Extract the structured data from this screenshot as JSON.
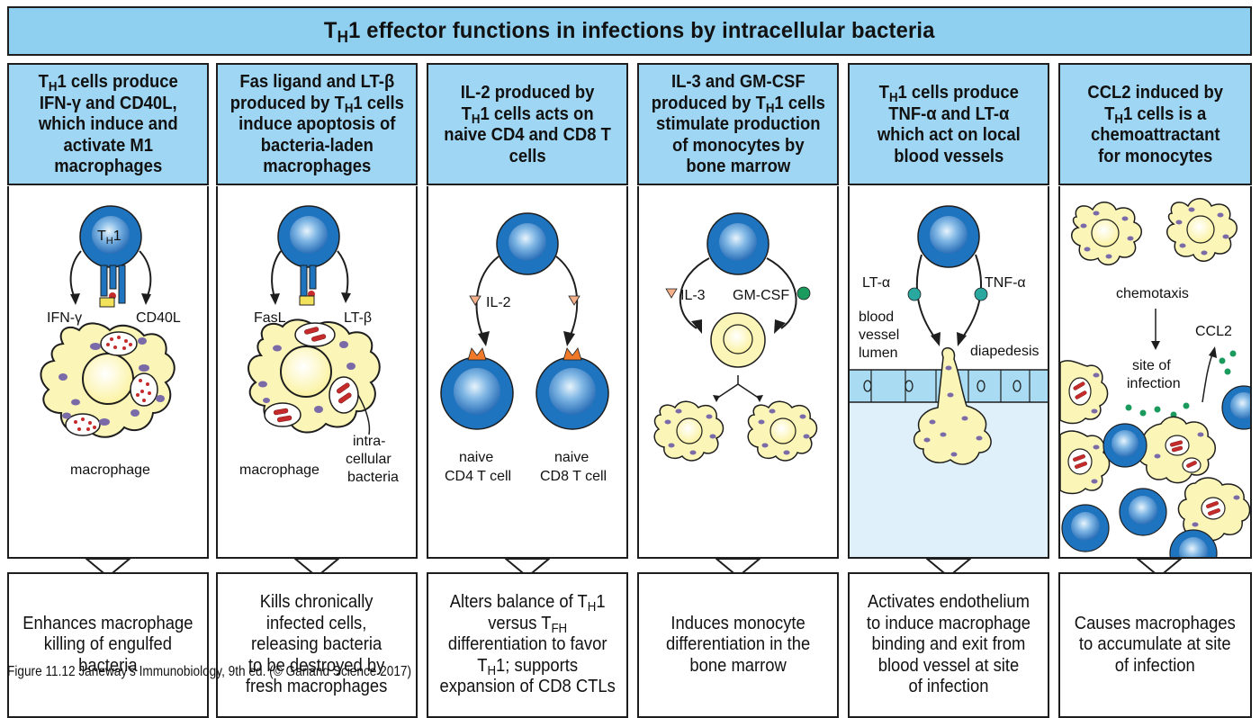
{
  "title": {
    "prefix": "T",
    "sub": "H",
    "rest": "1 effector functions in infections by intracellular bacteria"
  },
  "columns": [
    {
      "header": {
        "l1a": "T",
        "l1s": "H",
        "l1b": "1 cells produce",
        "l2": "IFN-γ and CD40L,",
        "l3": "which induce and",
        "l4": "activate M1",
        "l5": "macrophages"
      },
      "labels": {
        "th1": "T",
        "th1_sub": "H",
        "th1_rest": "1",
        "left": "IFN-γ",
        "right": "CD40L",
        "cell": "macrophage"
      },
      "outcome": {
        "l1": "Enhances macrophage",
        "l2": "killing of engulfed",
        "l3": "bacteria"
      }
    },
    {
      "header": {
        "l1": "Fas ligand and LT-β",
        "l2a": "produced by T",
        "l2s": "H",
        "l2b": "1 cells",
        "l3": "induce apoptosis of",
        "l4": "bacteria-laden",
        "l5": "macrophages"
      },
      "labels": {
        "left": "FasL",
        "right": "LT-β",
        "cell": "macrophage",
        "b1": "intra-",
        "b2": "cellular",
        "b3": "bacteria"
      },
      "outcome": {
        "l1": "Kills chronically",
        "l2": "infected cells,",
        "l3": "releasing bacteria",
        "l4": "to be destroyed by",
        "l5": "fresh macrophages"
      }
    },
    {
      "header": {
        "l1": "IL-2 produced by",
        "l2a": "T",
        "l2s": "H",
        "l2b": "1 cells acts on",
        "l3": "naive CD4 and CD8 T",
        "l4": "cells"
      },
      "labels": {
        "il2": "IL-2",
        "c4a": "naive",
        "c4b": "CD4 T cell",
        "c8a": "naive",
        "c8b": "CD8 T cell"
      },
      "outcome": {
        "l1a": "Alters balance of T",
        "l1s": "H",
        "l1b": "1",
        "l2a": "versus T",
        "l2s": "FH",
        "l3": "differentiation to favor",
        "l4a": "T",
        "l4s": "H",
        "l4b": "1; supports",
        "l5": "expansion of CD8 CTLs"
      }
    },
    {
      "header": {
        "l1": "IL-3 and GM-CSF",
        "l2a": "produced by T",
        "l2s": "H",
        "l2b": "1 cells",
        "l3": "stimulate production",
        "l4": "of monocytes by",
        "l5": "bone marrow"
      },
      "labels": {
        "il3": "IL-3",
        "gmcsf": "GM-CSF"
      },
      "outcome": {
        "l1": "Induces monocyte",
        "l2": "differentiation in the",
        "l3": "bone marrow"
      }
    },
    {
      "header": {
        "l1a": "T",
        "l1s": "H",
        "l1b": "1 cells produce",
        "l2": "TNF-α and LT-α",
        "l3": "which act on local",
        "l4": "blood vessels"
      },
      "labels": {
        "lta": "LT-α",
        "tnfa": "TNF-α",
        "bv1": "blood",
        "bv2": "vessel",
        "bv3": "lumen",
        "diap": "diapedesis"
      },
      "outcome": {
        "l1": "Activates endothelium",
        "l2": "to induce macrophage",
        "l3": "binding and exit from",
        "l4": "blood vessel at site",
        "l5": "of infection"
      }
    },
    {
      "header": {
        "l1": "CCL2 induced by",
        "l2a": "T",
        "l2s": "H",
        "l2b": "1 cells is a",
        "l3": "chemoattractant",
        "l4": "for monocytes"
      },
      "labels": {
        "chemo": "chemotaxis",
        "ccl2": "CCL2",
        "site1": "site of",
        "site2": "infection"
      },
      "outcome": {
        "l1": "Causes macrophages",
        "l2": "to accumulate at site",
        "l3": "of infection"
      }
    }
  ],
  "caption": "Figure 11.12  Janeway’s Immunobiology, 9th ed. (© Garland Science 2017)",
  "colors": {
    "banner": "#8fd0f0",
    "header": "#9fd6f3",
    "tcell": "#1f74c0",
    "macrophage": "#fbf6b8",
    "vesicle": "#7a6aa8",
    "bacteria": "#c52b2b",
    "cytokine_orange": "#f4b08a",
    "cytokine_teal": "#2aa8a0",
    "endothelium": "#a9dcf2"
  }
}
